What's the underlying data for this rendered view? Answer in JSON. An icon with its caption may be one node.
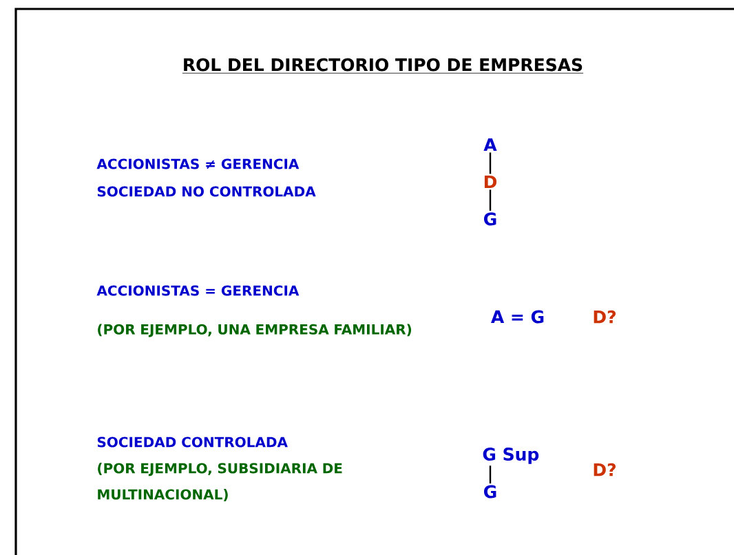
{
  "diagram": {
    "title": "ROL DEL DIRECTORIO TIPO DE EMPRESAS",
    "nodes": [
      {
        "text": [
          "A"
        ]
      },
      {
        "text": [
          "D"
        ]
      },
      {
        "text": [
          "G"
        ]
      },
      {
        "text": [
          "G Sup"
        ]
      },
      {
        "text": [
          "G"
        ]
      }
    ],
    "edges": [
      {
        "from": 0,
        "to": 1,
        "arrow": "none"
      },
      {
        "from": 1,
        "to": 2,
        "arrow": "none"
      },
      {
        "from": 3,
        "to": 4,
        "arrow": "none"
      }
    ],
    "labels": [
      "ACCIONISTAS ≠ GERENCIA",
      "SOCIEDAD NO CONTROLADA",
      "ACCIONISTAS = GERENCIA",
      "(POR EJEMPLO, UNA EMPRESA FAMILIAR)",
      "A = G",
      "D?",
      "SOCIEDAD CONTROLADA",
      "(POR EJEMPLO, SUBSIDIARIA DE MULTINACIONAL)",
      "D?"
    ]
  }
}
